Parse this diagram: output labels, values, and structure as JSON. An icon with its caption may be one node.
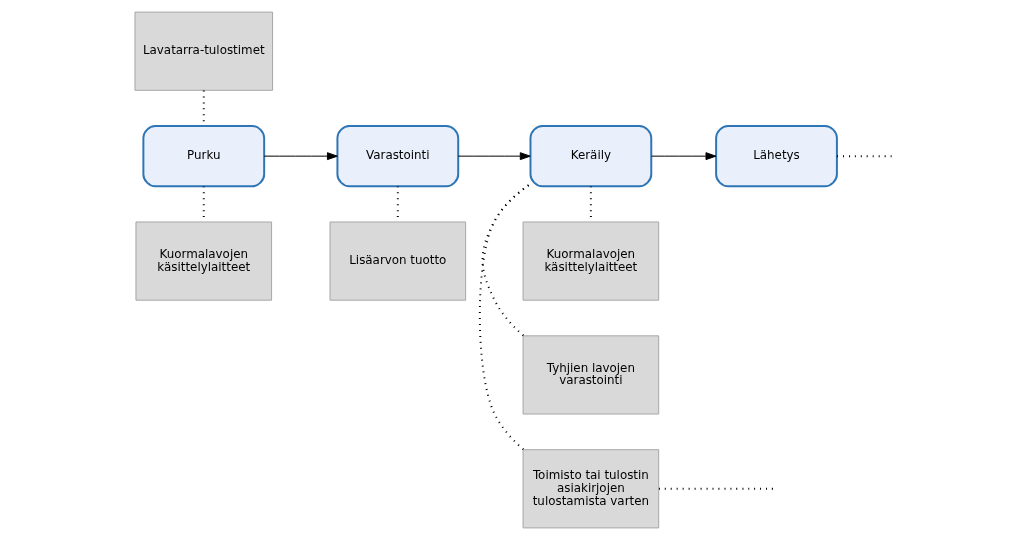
{
  "diagram": {
    "nodes": [
      {
        "text": [
          "Lavatarra-tulostimet"
        ]
      },
      {
        "text": [
          "Tyhjien lavojen varastointi"
        ]
      },
      {
        "text": [
          "Toimisto tai tulostin asiakirjojen tulostamista varten"
        ]
      },
      {
        "text": [
          "Purku"
        ]
      },
      {
        "text": [
          "Varastointi"
        ]
      },
      {
        "text": [
          "Keräily"
        ]
      },
      {
        "text": [
          "Lähetys"
        ]
      },
      {
        "text": [
          "Kuormalavojen käsittelylaitteet"
        ]
      },
      {
        "text": [
          "Lisäarvon tuotto"
        ]
      },
      {
        "text": [
          "Kuormalavojen käsittelylaitteet"
        ]
      }
    ],
    "edges": [
      {
        "from": 3,
        "to": 4,
        "arrow": "to"
      },
      {
        "from": 4,
        "to": 5,
        "arrow": "to"
      },
      {
        "from": 5,
        "to": 6,
        "arrow": "to"
      },
      {
        "from": 0,
        "to": 3,
        "arrow": "none",
        "style": "dashed"
      },
      {
        "from": 1,
        "to": 5,
        "arrow": "none",
        "style": "dashed"
      },
      {
        "from": 2,
        "to": 5,
        "arrow": "none",
        "style": "dashed"
      },
      {
        "from": 2,
        "to": null,
        "arrow": "none",
        "style": "dashed"
      },
      {
        "from": 3,
        "to": 7,
        "arrow": "none",
        "style": "dashed"
      },
      {
        "from": 4,
        "to": 8,
        "arrow": "none",
        "style": "dashed"
      },
      {
        "from": 5,
        "to": 9,
        "arrow": "none",
        "style": "dashed"
      },
      {
        "from": 6,
        "to": null,
        "arrow": "none",
        "style": "dashed"
      }
    ]
  }
}
